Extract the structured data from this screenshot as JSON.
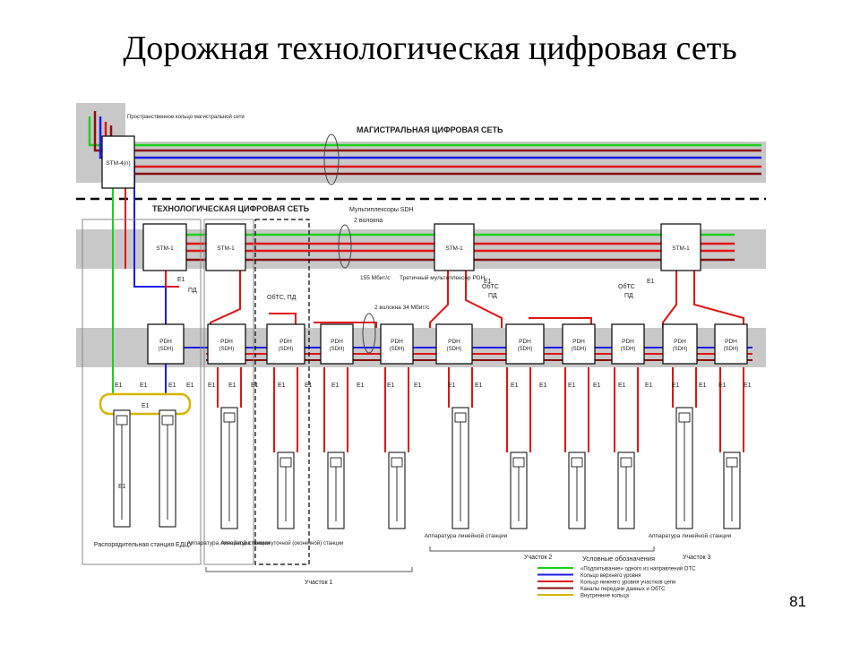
{
  "slide": {
    "title": "Дорожная технологическая цифровая сеть",
    "page_number": "81"
  },
  "colors": {
    "green": "#19d219",
    "blue": "#1a1ae8",
    "red": "#e01414",
    "darkred": "#8a0e0e",
    "yellow": "#d8b400",
    "band": "#c8c8c8"
  },
  "diagram": {
    "top_band_label": "МАГИСТРАЛЬНАЯ ЦИФРОВАЯ СЕТЬ",
    "mid_band_label": "ТЕХНОЛОГИЧЕСКАЯ ЦИФРОВАЯ СЕТЬ",
    "top_ring_note": "Пространственное кольцо магистральной сети",
    "stm4_label": "STM-4(n)",
    "stm1_label": "STM-1",
    "pdh_label": "PDH",
    "sdh_sub_label": "(SDH)",
    "e1_label": "E1",
    "pd_label": "ПД",
    "ogts_pd_label": "ОбТС, ПД",
    "ogts_label": "ОбТС",
    "sdh_mux_note": "Мультиплексоры SDH",
    "two_fibers_note": "2 волокна",
    "mbit155_note": "155 Мбит/с",
    "tertiary_mux_note": "Третичный мультиплексор PDH",
    "two_fibers_34_note": "2 волокна 34 Мбит/с",
    "station_edcu": "Распорядительная станция ЕДЦУ",
    "station_line_1": "Аппаратура линейной станции",
    "station_intermediate": "Аппаратура промежуточной (оконечной) станции",
    "station_line_2": "Аппаратура линейной станции",
    "station_line_3": "Аппаратура линейной станции",
    "section_1": "Участок 1",
    "section_2": "Участок 2",
    "section_3": "Участок 3",
    "legend_title": "Условные обозначения",
    "legend": [
      {
        "color": "green",
        "label": "«Подпитывание» одного из направлений ОТС"
      },
      {
        "color": "blue",
        "label": "Кольцо верхнего уровня"
      },
      {
        "color": "red",
        "label": "Кольцо нижнего уровня участков цепи"
      },
      {
        "color": "darkred",
        "label": "Каналы передачи данных и ОбТС"
      },
      {
        "color": "yellow",
        "label": "Внутренние кольца"
      }
    ]
  }
}
